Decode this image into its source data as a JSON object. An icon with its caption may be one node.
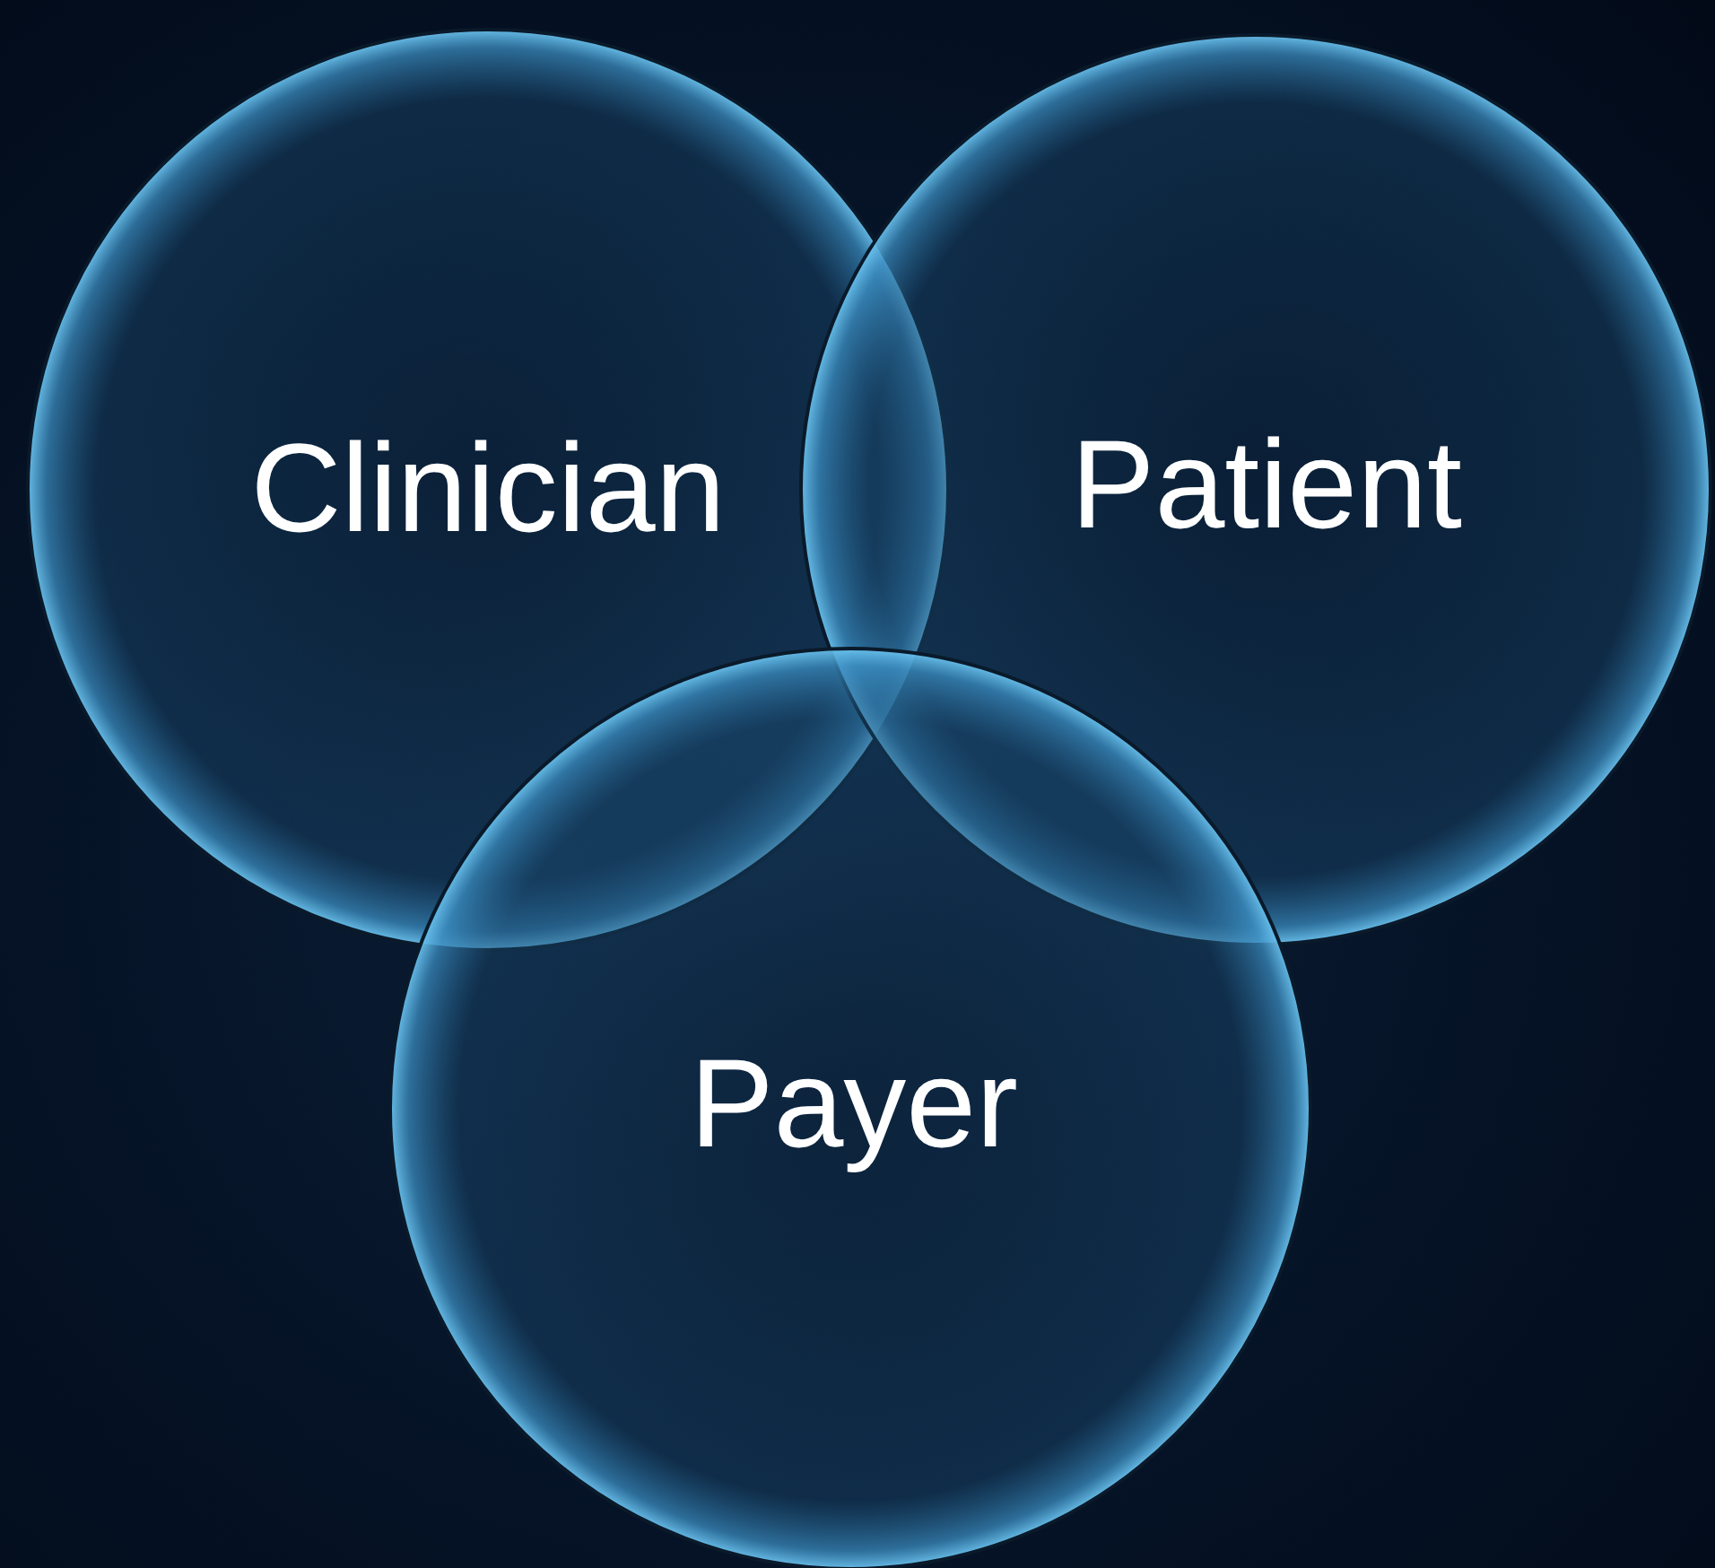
{
  "diagram": {
    "nodes": [
      {
        "text": [
          "Clinician"
        ]
      },
      {
        "text": [
          "Patient"
        ]
      },
      {
        "text": [
          "Payer"
        ]
      }
    ],
    "edges": []
  }
}
